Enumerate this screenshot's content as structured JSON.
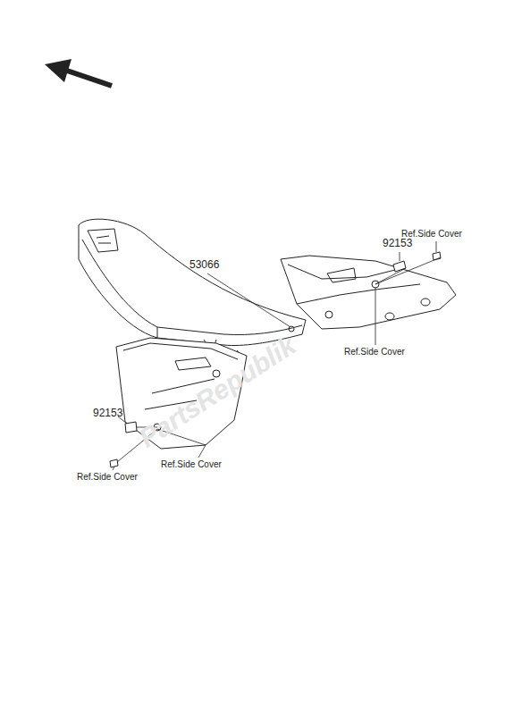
{
  "diagram": {
    "labels": [
      "53066",
      "92153",
      "92153",
      "Ref.Side Cover",
      "Ref.Side Cover",
      "Ref.Side Cover",
      "Ref.Side Cover",
      "PartsRepublik"
    ]
  }
}
